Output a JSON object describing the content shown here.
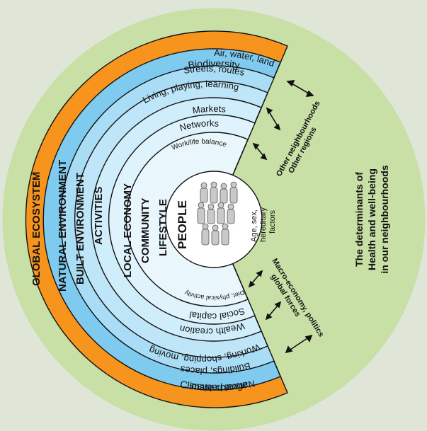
{
  "colors": {
    "background": "#dfe6d8",
    "ecosystem": "#c8dfa6",
    "natural": "#f7941d",
    "built": "#7fcbef",
    "activities": "#a9dcf5",
    "local_economy": "#bfe6f8",
    "community": "#cfedfa",
    "lifestyle": "#def3fb",
    "people": "#ffffff",
    "line": "#111111"
  },
  "outer": {
    "top": "Biodiversity",
    "bottom": "Climate change",
    "left": "GLOBAL ECOSYSTEM",
    "right_lines": [
      "The determinants of",
      "Health and well-being",
      "in our neighbourhoods"
    ]
  },
  "layers": {
    "natural": {
      "name": "NATURAL ENVIRONMENT",
      "top": "Air, water, land",
      "bottom": "Natural habitats"
    },
    "built": {
      "name": "BUILT ENVIRONMENT",
      "top": "Streets, routes",
      "bottom": "Buildings, places"
    },
    "activities": {
      "name": "ACTIVITIES",
      "top": "Living, playing, learning",
      "bottom": "Working, shopping, moving"
    },
    "local_economy": {
      "name": "LOCAL ECONOMY",
      "top": "Markets",
      "bottom": "Wealth creation"
    },
    "community": {
      "name": "COMMUNITY",
      "top": "Networks",
      "bottom": "Social capital"
    },
    "lifestyle": {
      "name": "LIFESTYLE",
      "top": "Work/life balance",
      "bottom": "Diet, physical activity"
    },
    "people": {
      "name": "PEOPLE",
      "lines": [
        "Age, sex,",
        "hereditary",
        "factors"
      ]
    }
  },
  "external": {
    "upper_lines": [
      "Other neighbourhoods",
      "Other regions"
    ],
    "lower_lines": [
      "Macro-economy, politics",
      "global forces"
    ]
  }
}
